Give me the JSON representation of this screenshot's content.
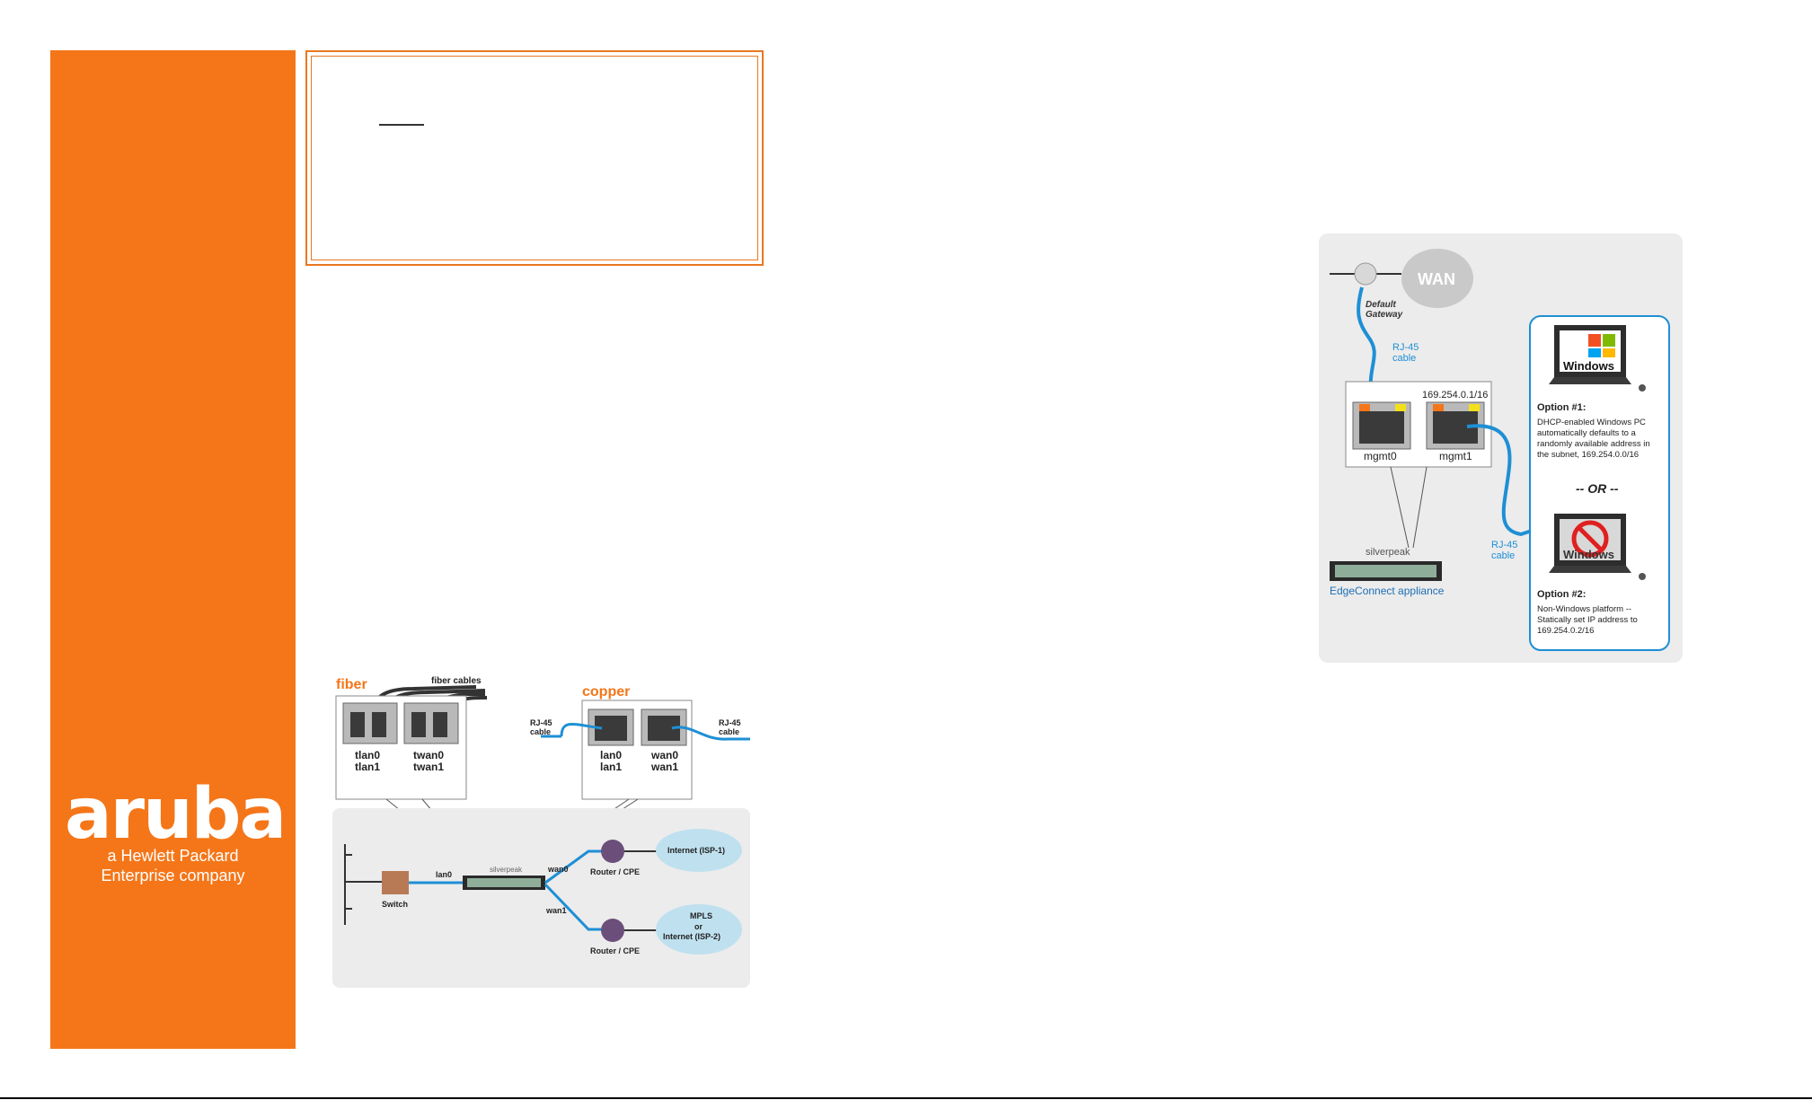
{
  "brand": {
    "wordmark": "aruba",
    "tagline_line1": "a Hewlett Packard",
    "tagline_line2": "Enterprise company",
    "color": "#f47619"
  },
  "interface_diagram": {
    "fiber_label": "fiber",
    "fiber_cables_label": "fiber cables",
    "copper_label": "copper",
    "rj45_left": [
      "RJ-45",
      "cable"
    ],
    "rj45_right": [
      "RJ-45",
      "cable"
    ],
    "port_groups": [
      {
        "line1": "tlan0",
        "line2": "tlan1"
      },
      {
        "line1": "twan0",
        "line2": "twan1"
      },
      {
        "line1": "lan0",
        "line2": "lan1"
      },
      {
        "line1": "wan0",
        "line2": "wan1"
      }
    ],
    "switch_label": "Switch",
    "lan0_label": "lan0",
    "wan0_label": "wan0",
    "wan1_label": "wan1",
    "appliance_brand": "silverpeak",
    "router1_label": "Router / CPE",
    "router2_label": "Router / CPE",
    "cloud1_label": "Internet (ISP-1)",
    "cloud2_lines": [
      "MPLS",
      "or",
      "Internet (ISP-2)"
    ]
  },
  "mgmt_diagram": {
    "wan_label": "WAN",
    "gateway_lines": [
      "Default",
      "Gateway"
    ],
    "rj45_top": [
      "RJ-45",
      "cable"
    ],
    "rj45_bottom": [
      "RJ-45",
      "cable"
    ],
    "subnet_label": "169.254.0.1/16",
    "mgmt0_label": "mgmt0",
    "mgmt1_label": "mgmt1",
    "appliance_brand": "silverpeak",
    "appliance_label": "EdgeConnect appliance",
    "windows_label": "Windows",
    "option1_title": "Option #1:",
    "option1_lines": [
      "DHCP-enabled Windows PC",
      "automatically defaults to a",
      "randomly available address in",
      "the subnet, 169.254.0.0/16"
    ],
    "or_label": "-- OR --",
    "option2_title": "Option #2:",
    "option2_lines": [
      "Non-Windows platform --",
      "Statically set IP address to",
      "169.254.0.2/16"
    ]
  }
}
